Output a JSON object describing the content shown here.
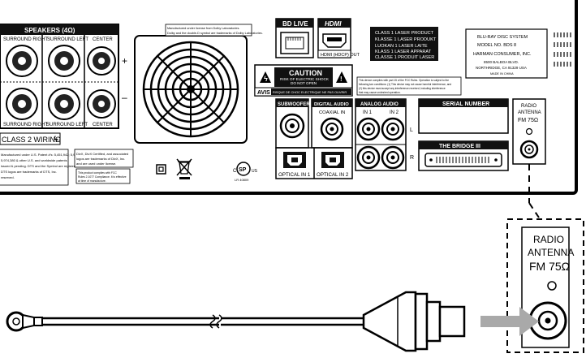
{
  "speakers": {
    "header": "SPEAKERS (4Ω)",
    "surround_right": "SURROUND RIGHT",
    "surround_left": "SURROUND LEFT",
    "center": "CENTER",
    "plus": "+",
    "minus": "–",
    "class2_wiring": "CLASS 2 WIRING"
  },
  "dolby_notice": [
    "Manufactured under license from Dolby Laboratories.",
    "Dolby and the double-D symbol are trademarks of Dolby Laboratories."
  ],
  "bd_live": "BD LIVE",
  "hdmi": {
    "logo": "HDMI",
    "label": "HDMI (HDCP) OUT"
  },
  "laser_labels": [
    "CLASS 1 LASER PRODUCT",
    "KLASSE 1 LASER PRODUKT",
    "LUOKAN 1 LASER LAITE",
    "KLASS 1 LASER APPARAT",
    "CLASSE 1 PRODUIT LASER"
  ],
  "product_info": [
    "BLU-RAY DISC SYSTEM",
    "MODEL NO. BDS 8",
    "HARMAN CONSUMER, INC.",
    "8500 BALBOA BLVD.",
    "NORTHRIDGE, CA 91329 USA",
    "MADE IN CHINA"
  ],
  "caution": {
    "title": "CAUTION",
    "line1": "RISK OF ELECTRIC SHOCK",
    "line2": "DO NOT OPEN",
    "avis": "AVIS",
    "avis_text": "RISQUE DE CHOC ELECTRIQUE NE PAS OUVRIR"
  },
  "fcc_notice": [
    "This device complies with part 15 of the FCC Rules. Operation is subject to the",
    "following two conditions: (1) This device may not cause harmful interference, and",
    "(2) this device must accept any interference received, including interference",
    "that may cause undesired operation."
  ],
  "audio": {
    "subwoofer": "SUBWOOFER",
    "digital_audio": "DIGITAL AUDIO",
    "coaxial_in": "COAXIAL IN",
    "optical_in_1": "OPTICAL IN 1",
    "optical_in_2": "OPTICAL IN 2",
    "analog_audio": "ANALOG AUDIO",
    "in_1": "IN 1",
    "in_2": "IN 2",
    "l": "L",
    "r": "R"
  },
  "serial_number": "SERIAL NUMBER",
  "bridge": "THE BRIDGE III",
  "radio": {
    "line1": "RADIO",
    "line2": "ANTENNA",
    "line3": "FM 75Ω"
  },
  "radio_zoom": {
    "line1": "RADIO",
    "line2": "ANTENNA",
    "line3": "FM 75Ω"
  },
  "dts_notice": [
    "Manufactured under U.S. Patent #'s: 5,451,942; 5,956,674;",
    "5,974,380 & other U.S. and worldwide patents",
    "issued & pending. DTS and the Symbol are registered trademarks & the",
    "DTS logos are trademarks of DTS, Inc.",
    "reserved."
  ],
  "divx_notice": [
    "DivX, DivX Certified, and associated",
    "logos are trademarks of DivX, Inc.",
    "and are used under license."
  ],
  "fcc_class_b": [
    "This product complies with FCC",
    "Rules 2.1077 Compliance. It is effective",
    "at time of manufacture."
  ],
  "csa": {
    "mark": "SP",
    "us": "US",
    "c": "C",
    "file": "LR 40809"
  }
}
